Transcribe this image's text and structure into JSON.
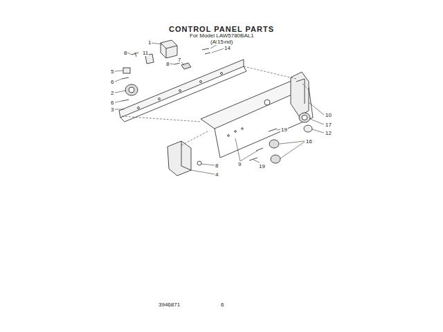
{
  "diagram": {
    "title": "CONTROL PANEL PARTS",
    "labels": [
      "For Model LAW5780BAL1",
      "(Almond)",
      "1",
      "15",
      "14",
      "8",
      "11",
      "7",
      "8",
      "5",
      "6",
      "2",
      "6",
      "3",
      "10",
      "17",
      "19",
      "12",
      "16",
      "8",
      "9",
      "19",
      "4",
      "3946871",
      "6"
    ]
  }
}
